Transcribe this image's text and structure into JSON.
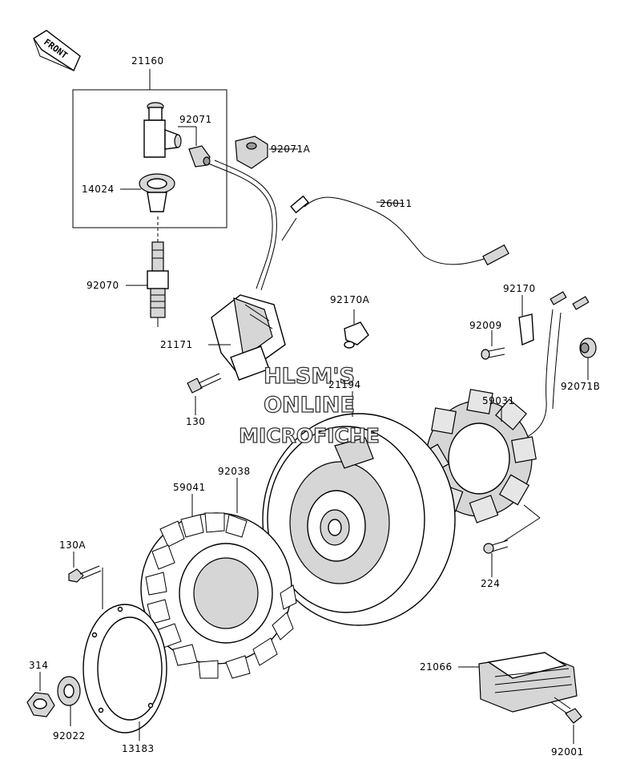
{
  "front_badge": "FRONT",
  "watermark": {
    "line1": "HLSM'S",
    "line2": "ONLINE",
    "line3": "MICROFICHE"
  },
  "labels": {
    "p21160": "21160",
    "p92071": "92071",
    "p92071A": "92071A",
    "p14024": "14024",
    "p26011": "26011",
    "p92070": "92070",
    "p92170A": "92170A",
    "p92170": "92170",
    "p92009": "92009",
    "p92071B": "92071B",
    "p21171": "21171",
    "p21194": "21194",
    "p59031": "59031",
    "p130": "130",
    "p92038": "92038",
    "p59041": "59041",
    "p130A": "130A",
    "p224": "224",
    "p314": "314",
    "p21066": "21066",
    "p92022": "92022",
    "p13183": "13183",
    "p92001": "92001"
  }
}
